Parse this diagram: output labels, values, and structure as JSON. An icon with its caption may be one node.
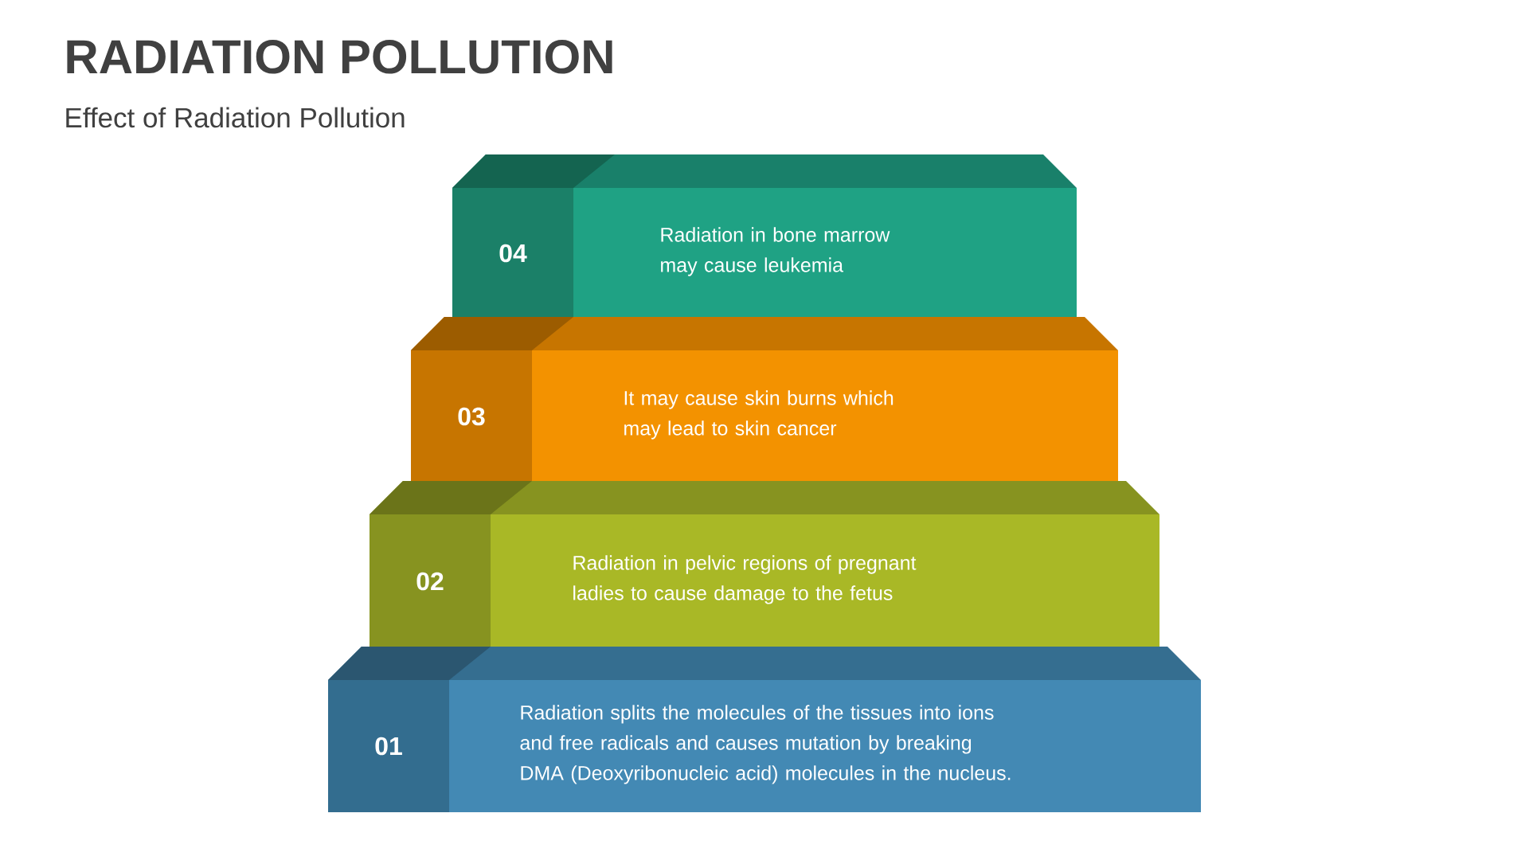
{
  "diagram": {
    "title": "RADIATION POLLUTION",
    "nodes": [
      {
        "text": [
          "04",
          "Radiation in bone marrow may cause leukemia"
        ]
      },
      {
        "text": [
          "03",
          "It may cause skin burns which may lead to skin cancer"
        ]
      },
      {
        "text": [
          "02",
          "Radiation in pelvic regions of pregnant ladies to cause damage to the fetus"
        ]
      },
      {
        "text": [
          "01",
          "Radiation splits the molecules of the tissues into ions and free radicals and causes mutation by breaking DMA (Deoxyribonucleic acid) molecules in the nucleus."
        ]
      }
    ],
    "labels": [
      "Effect of Radiation Pollution"
    ]
  }
}
